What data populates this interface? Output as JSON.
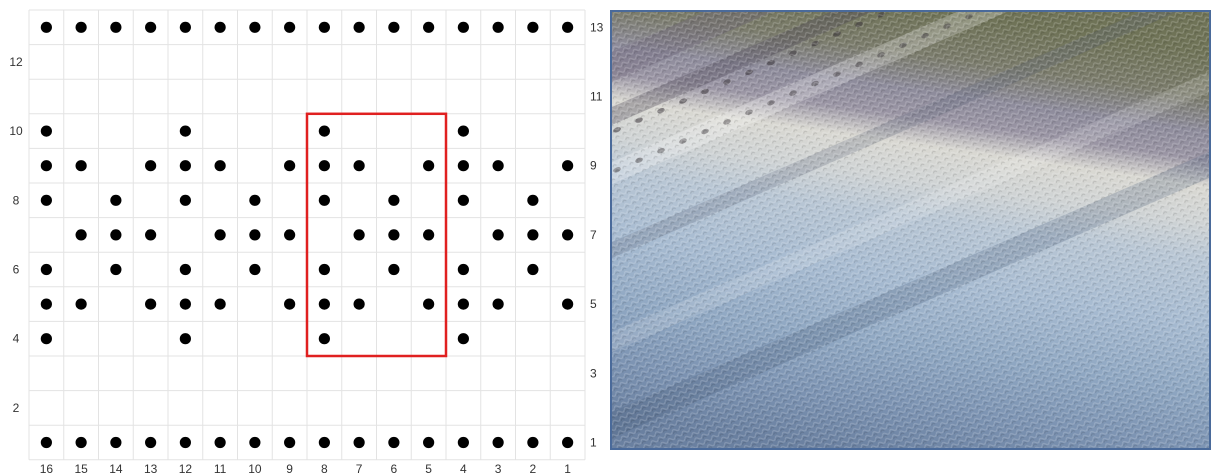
{
  "chart": {
    "type": "knitting-chart",
    "columns": 16,
    "rows": 13,
    "column_labels": [
      "16",
      "15",
      "14",
      "13",
      "12",
      "11",
      "10",
      "9",
      "8",
      "7",
      "6",
      "5",
      "4",
      "3",
      "2",
      "1"
    ],
    "left_row_labels": [
      "12",
      "10",
      "8",
      "6",
      "4",
      "2"
    ],
    "right_row_labels": [
      "13",
      "11",
      "9",
      "7",
      "5",
      "3",
      "1"
    ],
    "dots_by_row": {
      "13": [
        16,
        15,
        14,
        13,
        12,
        11,
        10,
        9,
        8,
        7,
        6,
        5,
        4,
        3,
        2,
        1
      ],
      "12": [],
      "11": [],
      "10": [
        16,
        12,
        8,
        4
      ],
      "9": [
        16,
        15,
        13,
        12,
        11,
        9,
        8,
        7,
        5,
        4,
        3,
        1
      ],
      "8": [
        16,
        14,
        12,
        10,
        8,
        6,
        4,
        2
      ],
      "7": [
        15,
        14,
        13,
        11,
        10,
        9,
        7,
        6,
        5,
        3,
        2,
        1
      ],
      "6": [
        16,
        14,
        12,
        10,
        8,
        6,
        4,
        2
      ],
      "5": [
        16,
        15,
        13,
        12,
        11,
        9,
        8,
        7,
        5,
        4,
        3,
        1
      ],
      "4": [
        16,
        12,
        8,
        4
      ],
      "3": [],
      "2": [],
      "1": [
        16,
        15,
        14,
        13,
        12,
        11,
        10,
        9,
        8,
        7,
        6,
        5,
        4,
        3,
        2,
        1
      ]
    },
    "repeat_box": {
      "from_column": 8,
      "to_column": 5,
      "from_row": 4,
      "to_row": 10
    },
    "colors": {
      "grid": "#e3e3e3",
      "dot": "#000000",
      "repeat_box": "#e02020",
      "label": "#333333"
    }
  },
  "photo": {
    "subject": "knitted-fabric-photo",
    "colors": [
      "#6e7258",
      "#8c8a9a",
      "#d8d8d4",
      "#b9c7d6",
      "#9cb3cc",
      "#6f87a7"
    ]
  }
}
